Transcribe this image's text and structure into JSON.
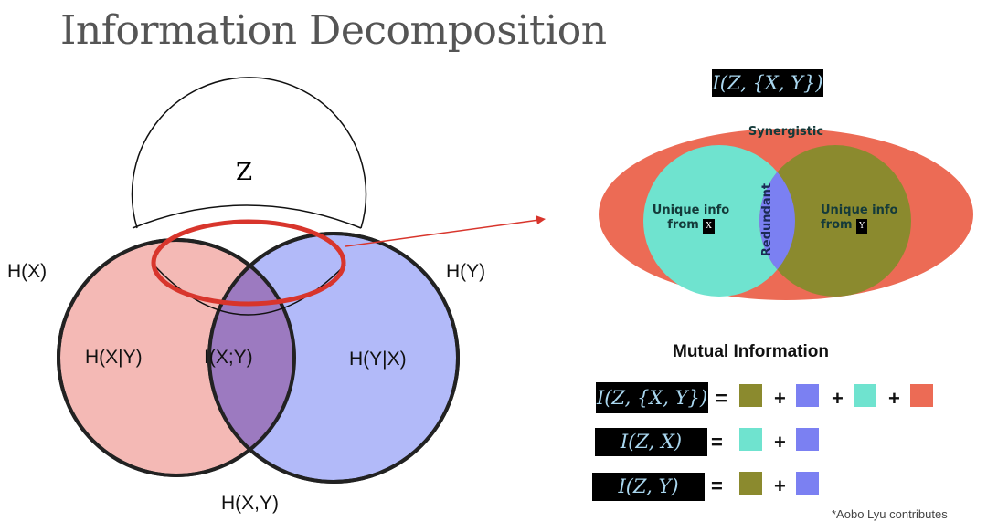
{
  "title": "Information Decomposition",
  "left": {
    "z": "Z",
    "hx": "H(X)",
    "hy": "H(Y)",
    "hxgy": "H(X|Y)",
    "ixy": "I(X;Y)",
    "hygx": "H(Y|X)",
    "hxy": "H(X,Y)"
  },
  "right": {
    "header": "I(Z, {X, Y})",
    "synergistic": "Synergistic",
    "unique_x": "Unique info",
    "from": "from",
    "x": "X",
    "y": "Y",
    "unique_y": "Unique info",
    "redundant": "Redundant",
    "mi_title": "Mutual Information",
    "eq1": "I(Z, {X, Y})",
    "eq2": "I(Z, X)",
    "eq3": "I(Z, Y)",
    "equals": "=",
    "plus": "+",
    "credit": "*Aobo Lyu contributes"
  },
  "colors": {
    "synergistic": "#ec6b55",
    "unique_x": "#6fe3cf",
    "unique_y": "#8b8a2e",
    "redundant": "#7b80f2",
    "hx": "#f4b9b5",
    "hy": "#aeb6f9"
  }
}
